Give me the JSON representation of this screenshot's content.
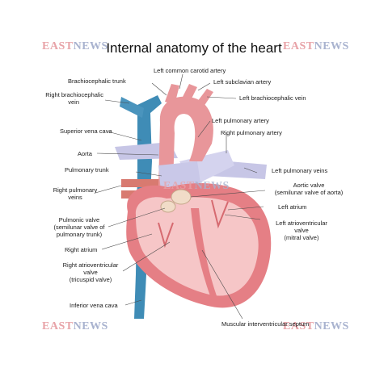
{
  "title": "Internal anatomy of the heart",
  "watermark": {
    "part1": "EAST",
    "part2": "NEWS"
  },
  "labels": {
    "left_common_carotid_artery": "Left common carotid artery",
    "brachiocephalic_trunk": "Brachiocephalic trunk",
    "left_subclavian_artery": "Left subclavian artery",
    "right_brachiocephalic_vein_1": "Right brachiocephalic",
    "right_brachiocephalic_vein_2": "vein",
    "left_brachiocephalic_vein": "Left brachiocephalic vein",
    "left_pulmonary_artery": "Left pulmonary artery",
    "superior_vena_cava": "Superior vena cava",
    "right_pulmonary_artery": "Right pulmonary artery",
    "aorta": "Aorta",
    "pulmonary_trunk": "Pulmonary trunk",
    "left_pulmonary_veins": "Left pulmonary veins",
    "right_pulmonary_veins_1": "Right pulmonary",
    "right_pulmonary_veins_2": "veins",
    "aortic_valve_1": "Aortic valve",
    "aortic_valve_2": "(semilunar valve of aorta)",
    "left_atrium": "Left atrium",
    "pulmonic_valve_1": "Pulmonic valve",
    "pulmonic_valve_2": "(semilunar valve of",
    "pulmonic_valve_3": "pulmonary trunk)",
    "left_av_valve_1": "Left atrioventricular",
    "left_av_valve_2": "valve",
    "left_av_valve_3": "(mitral valve)",
    "right_atrium": "Right atrium",
    "right_av_valve_1": "Right atrioventricular",
    "right_av_valve_2": "valve",
    "right_av_valve_3": "(tricuspid valve)",
    "inferior_vena_cava": "Inferior vena cava",
    "muscular_septum": "Muscular interventricular septum"
  }
}
